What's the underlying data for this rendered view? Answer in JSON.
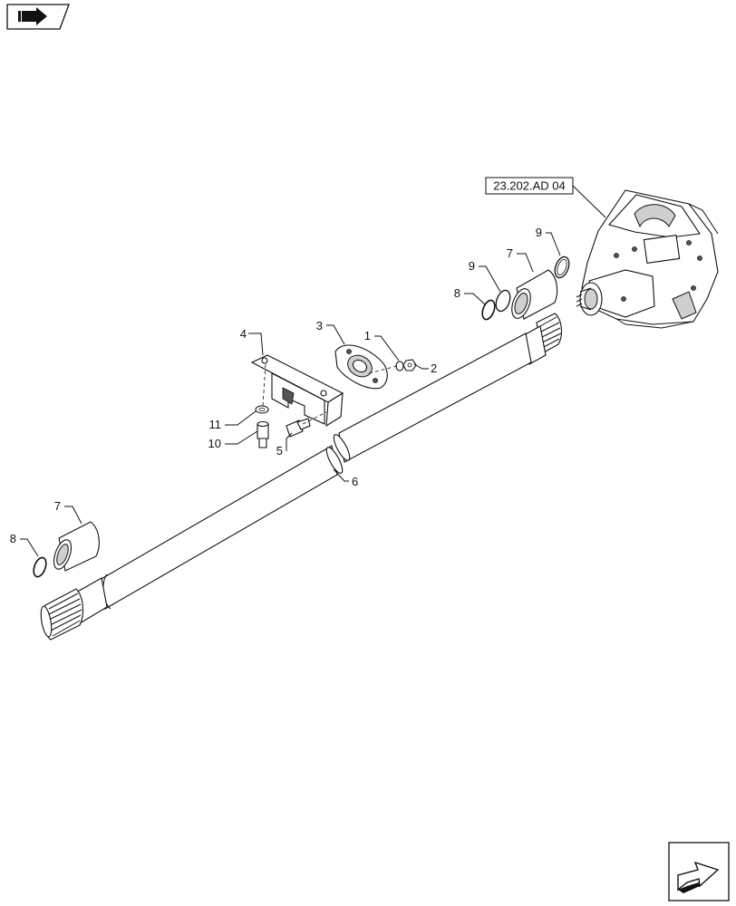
{
  "reference": {
    "label": "23.202.AD 04"
  },
  "callouts": [
    {
      "id": "c1",
      "label": "1"
    },
    {
      "id": "c2",
      "label": "2"
    },
    {
      "id": "c3",
      "label": "3"
    },
    {
      "id": "c4",
      "label": "4"
    },
    {
      "id": "c5",
      "label": "5"
    },
    {
      "id": "c6",
      "label": "6"
    },
    {
      "id": "c7a",
      "label": "7"
    },
    {
      "id": "c7b",
      "label": "7"
    },
    {
      "id": "c8a",
      "label": "8"
    },
    {
      "id": "c8b",
      "label": "8"
    },
    {
      "id": "c9a",
      "label": "9"
    },
    {
      "id": "c9b",
      "label": "9"
    },
    {
      "id": "c10",
      "label": "10"
    },
    {
      "id": "c11",
      "label": "11"
    }
  ],
  "icons": {
    "top_left": "book-arrow-icon",
    "bottom_right": "next-page-arrow-icon"
  }
}
